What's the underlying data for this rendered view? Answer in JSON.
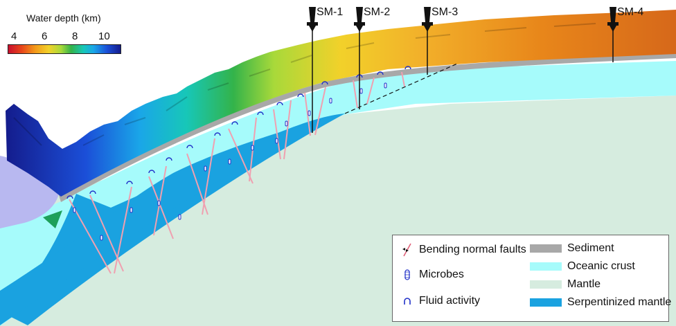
{
  "scale": {
    "title": "Water depth (km)",
    "ticks": [
      "4",
      "6",
      "8",
      "10"
    ]
  },
  "wells": [
    "SM-1",
    "SM-2",
    "SM-3",
    "SM-4"
  ],
  "legend": {
    "faults": "Bending normal faults",
    "microbes": "Microbes",
    "fluid": "Fluid activity",
    "sediment": "Sediment",
    "crust": "Oceanic crust",
    "mantle": "Mantle",
    "serpentinized": "Serpentinized mantle"
  },
  "colors": {
    "sediment": "#a8a8a8",
    "crust": "#a6fbfb",
    "mantle": "#d6ecdf",
    "serpentinized": "#1aa2e0",
    "fault": "#f0a0b0",
    "overriding_plate": "#b8b8f0",
    "wedge": "#1ea05a"
  }
}
